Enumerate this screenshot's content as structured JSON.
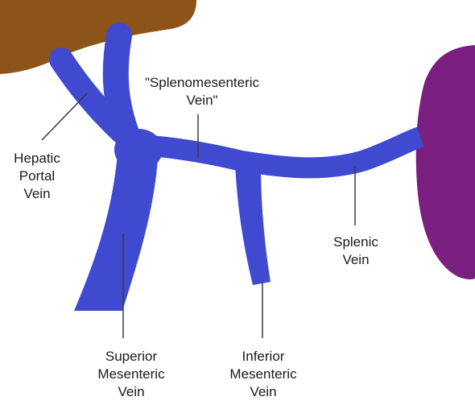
{
  "diagram": {
    "colors": {
      "vein": "#3f4ad0",
      "liver": "#8c5418",
      "spleen": "#7a1f7f",
      "leader": "#3a3a3a",
      "text": "#1a1a1a"
    },
    "labels": {
      "hepatic_portal_vein": "Hepatic\nPortal\nVein",
      "splenomesenteric_vein": "\"Splenomesenteric\nVein\"",
      "splenic_vein": "Splenic\nVein",
      "superior_mesenteric_vein": "Superior\nMesenteric\nVein",
      "inferior_mesenteric_vein": "Inferior\nMesenteric\nVein"
    }
  }
}
